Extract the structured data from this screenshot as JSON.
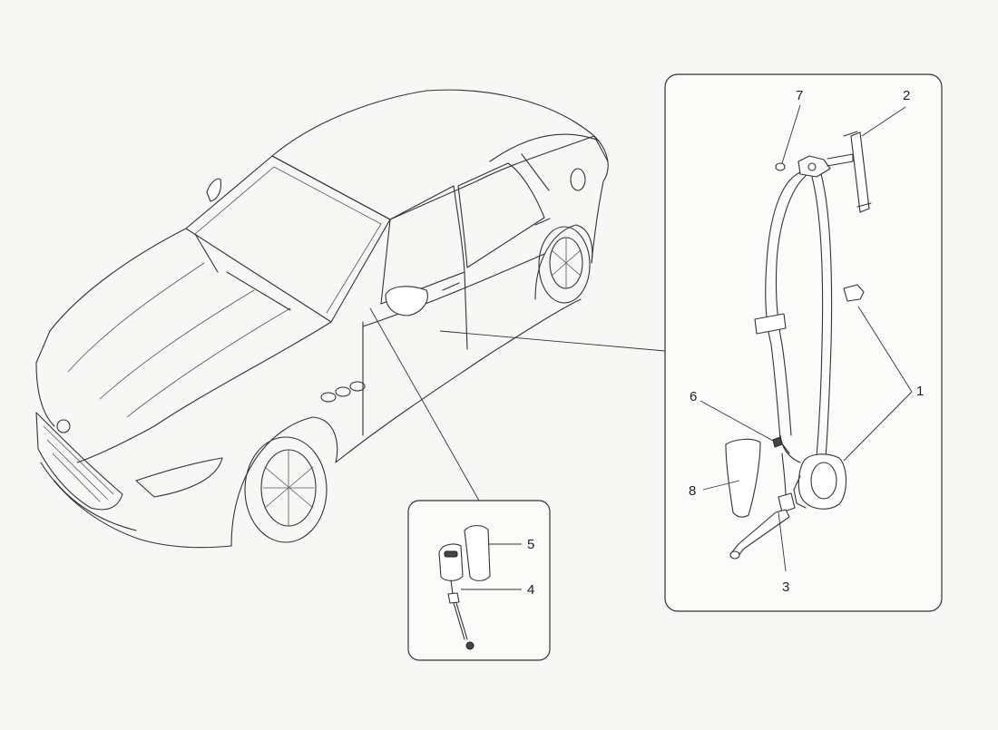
{
  "colors": {
    "background": "#f7f7f5",
    "line": "#333333"
  },
  "callouts": [
    {
      "id": "1",
      "label": "1"
    },
    {
      "id": "2",
      "label": "2"
    },
    {
      "id": "3",
      "label": "3"
    },
    {
      "id": "4",
      "label": "4"
    },
    {
      "id": "5",
      "label": "5"
    },
    {
      "id": "6",
      "label": "6"
    },
    {
      "id": "7",
      "label": "7"
    },
    {
      "id": "8",
      "label": "8"
    }
  ]
}
